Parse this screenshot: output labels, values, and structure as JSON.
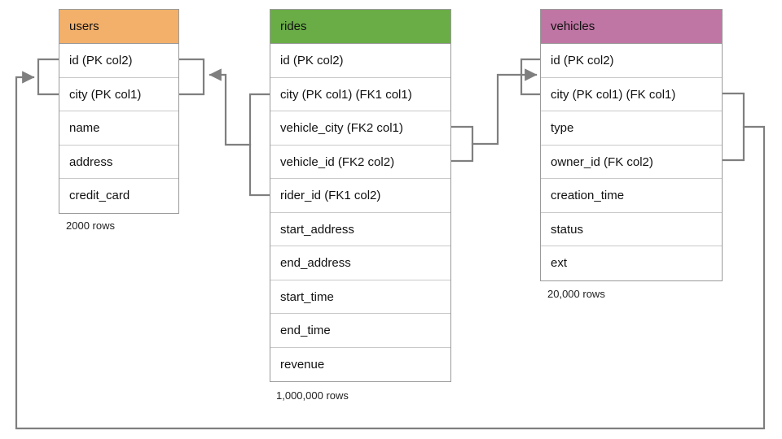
{
  "diagram": {
    "title": "database-schema-er-diagram",
    "background": "#ffffff",
    "line_color": "#7f7f7f",
    "border_color": "#9a9a9a"
  },
  "tables": [
    {
      "name": "users",
      "header_color": "#f2b06a",
      "row_count_label": "2000 rows",
      "fields": [
        "id (PK col2)",
        "city (PK col1)",
        "name",
        "address",
        "credit_card"
      ]
    },
    {
      "name": "rides",
      "header_color": "#6aad47",
      "row_count_label": "1,000,000 rows",
      "fields": [
        "id (PK col2)",
        "city (PK col1) (FK1 col1)",
        "vehicle_city (FK2 col1)",
        "vehicle_id (FK2 col2)",
        "rider_id (FK1 col2)",
        "start_address",
        "end_address",
        "start_time",
        "end_time",
        "revenue"
      ]
    },
    {
      "name": "vehicles",
      "header_color": "#c076a4",
      "row_count_label": "20,000 rows",
      "fields": [
        "id (PK col2)",
        "city (PK col1) (FK col1)",
        "type",
        "owner_id (FK col2)",
        "creation_time",
        "status",
        "ext"
      ]
    }
  ],
  "relationships": [
    {
      "name": "rides-rider-to-users",
      "from_table": "rides",
      "from_fields": [
        "city (PK col1) (FK1 col1)",
        "rider_id (FK1 col2)"
      ],
      "to_table": "users",
      "to_fields": [
        "id (PK col2)",
        "city (PK col1)"
      ]
    },
    {
      "name": "rides-vehicle-to-vehicles",
      "from_table": "rides",
      "from_fields": [
        "vehicle_city (FK2 col1)",
        "vehicle_id (FK2 col2)"
      ],
      "to_table": "vehicles",
      "to_fields": [
        "id (PK col2)",
        "city (PK col1) (FK col1)"
      ]
    },
    {
      "name": "vehicles-owner-to-users",
      "from_table": "vehicles",
      "from_fields": [
        "city (PK col1) (FK col1)",
        "owner_id (FK col2)"
      ],
      "to_table": "users",
      "to_fields": [
        "id (PK col2)",
        "city (PK col1)"
      ]
    }
  ]
}
